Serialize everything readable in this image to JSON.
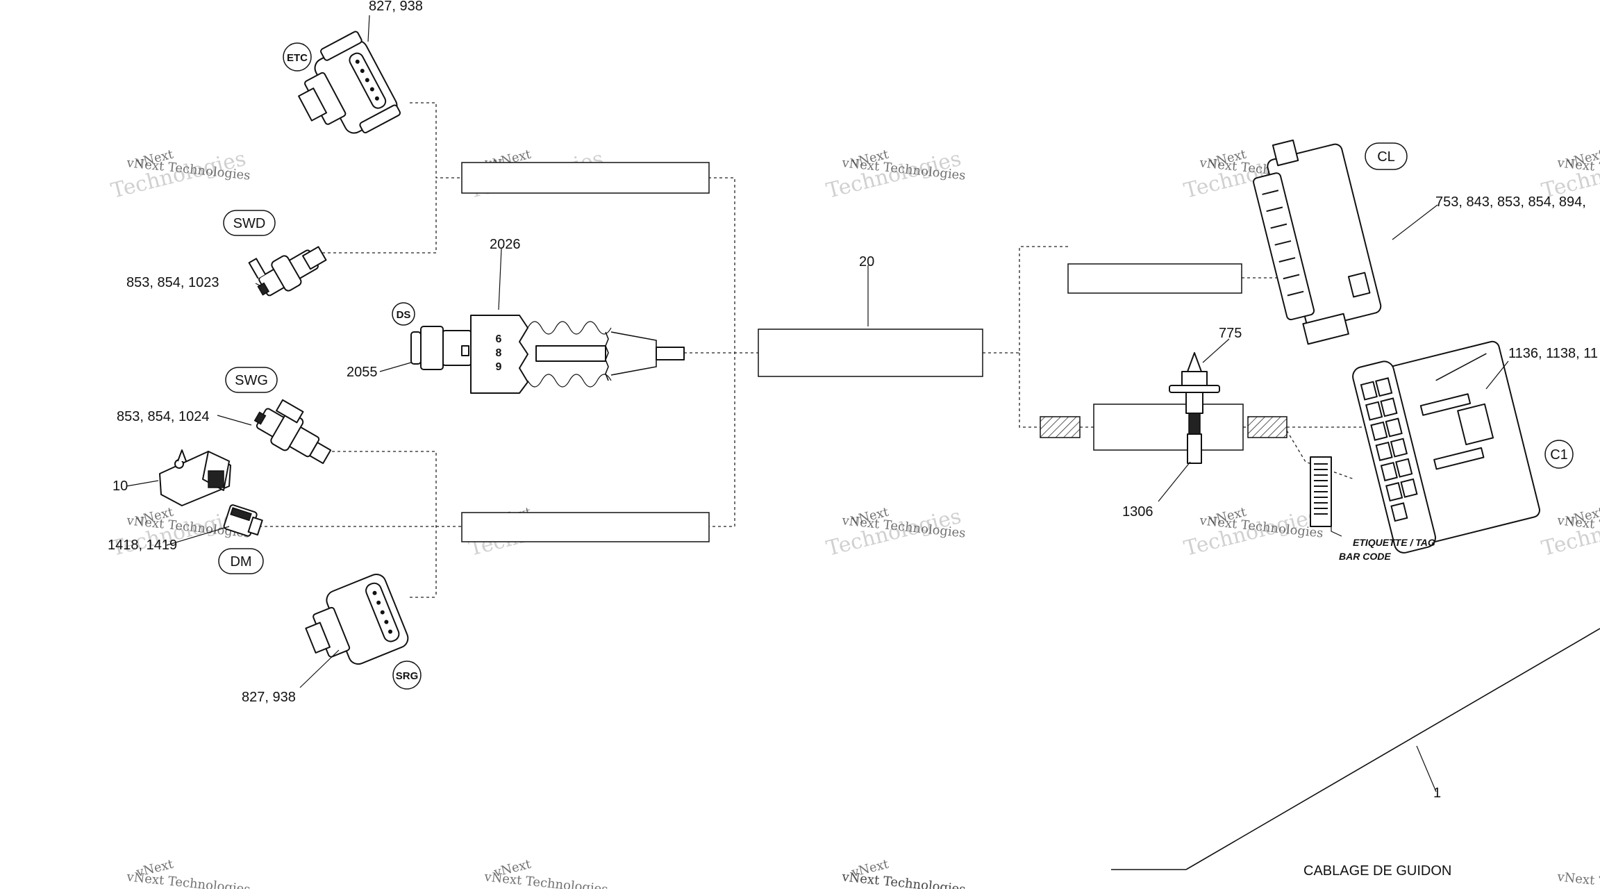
{
  "callouts": {
    "etc_parts": "827, 938",
    "swd_parts": "853, 854, 1023",
    "ds_cable": "2026",
    "ds_plug": "2055",
    "swg_parts": "853, 854, 1024",
    "dm_clip": "10",
    "dm_parts": "1418, 1419",
    "srg_parts": "827, 938",
    "harness_sleeve": "20",
    "cl_parts": "753, 843, 853, 854, 894, ",
    "tie_head": "775",
    "c1_parts": "1136, 1138, 11",
    "tie_strap": "1306",
    "harness": "1"
  },
  "tags": {
    "etc": "ETC",
    "swd": "SWD",
    "ds": "DS",
    "swg": "SWG",
    "dm": "DM",
    "srg": "SRG",
    "cl": "CL",
    "c1": "C1"
  },
  "ds_connector_digits": [
    "6",
    "8",
    "9"
  ],
  "barcode_label": {
    "line1": "ETIQUETTE / TAG",
    "line2": "BAR CODE"
  },
  "title": "CABLAGE DE GUIDON",
  "watermark": {
    "line1": "vNext Technologies",
    "line2": "Technologies",
    "line3": "vNext"
  }
}
